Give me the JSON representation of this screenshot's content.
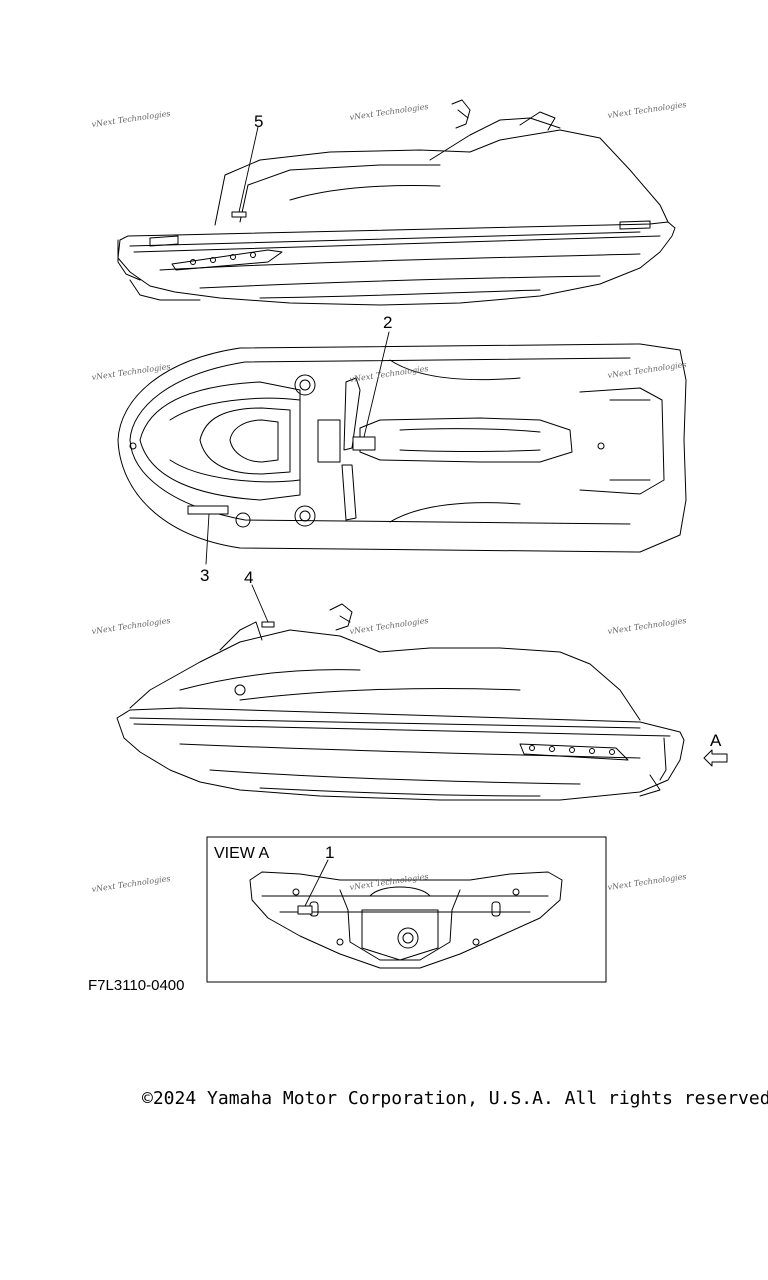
{
  "watermark": "vNext Technologies",
  "callouts": [
    "1",
    "2",
    "3",
    "4",
    "5"
  ],
  "arrow_label": "A",
  "view_a": {
    "label": "VIEW A"
  },
  "figure_code": "F7L3110-0400",
  "copyright": "©2024 Yamaha Motor Corporation, U.S.A. All rights reserved."
}
